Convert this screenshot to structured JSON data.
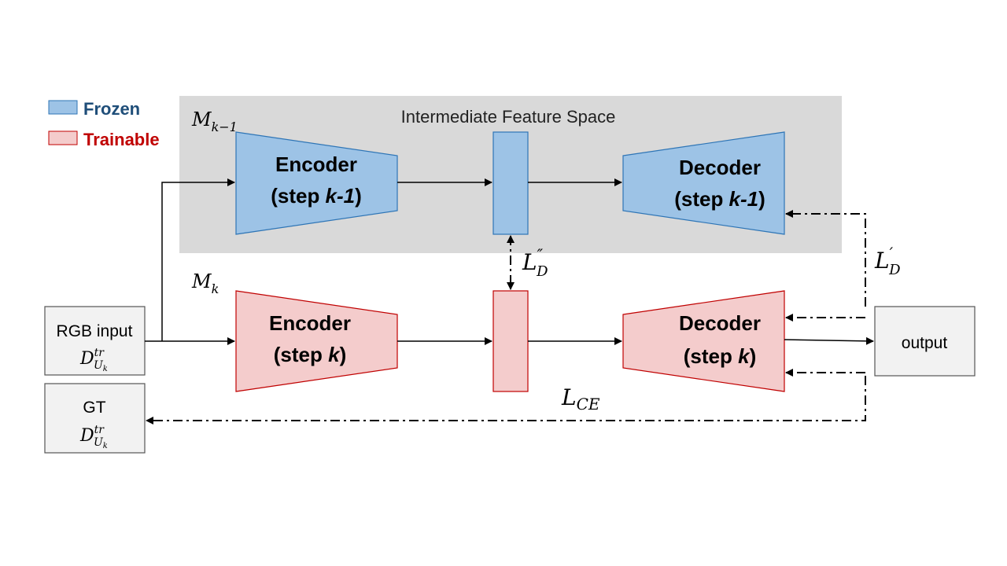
{
  "legend": {
    "frozen_label": "Frozen",
    "trainable_label": "Trainable"
  },
  "colors": {
    "frozen_fill": "#9dc3e6",
    "frozen_stroke": "#2e75b6",
    "frozen_text": "#1f4e79",
    "trainable_fill": "#f4cccc",
    "trainable_stroke": "#c00000",
    "trainable_text": "#c00000",
    "region_fill": "#d9d9d9",
    "io_box_fill": "#f2f2f2"
  },
  "region": {
    "label": "Intermediate Feature Space"
  },
  "models": {
    "prev": {
      "label_base": "M",
      "label_sub": "k−1",
      "encoder_line1": "Encoder",
      "encoder_line2_prefix": "(step ",
      "encoder_line2_k": "k-1",
      "encoder_line2_suffix": ")",
      "decoder_line1": "Decoder",
      "decoder_line2_prefix": "(step ",
      "decoder_line2_k": "k-1",
      "decoder_line2_suffix": ")"
    },
    "curr": {
      "label_base": "M",
      "label_sub": "k",
      "encoder_line1": "Encoder",
      "encoder_line2_prefix": "(step ",
      "encoder_line2_k": "k",
      "encoder_line2_suffix": ")",
      "decoder_line1": "Decoder",
      "decoder_line2_prefix": "(step ",
      "decoder_line2_k": "k",
      "decoder_line2_suffix": ")"
    }
  },
  "io": {
    "rgb_label": "RGB input",
    "gt_label": "GT",
    "output_label": "output",
    "dataset_base": "D",
    "dataset_sup": "tr",
    "dataset_sub_base": "U",
    "dataset_sub_sub": "k"
  },
  "losses": {
    "distill_feature": {
      "base": "L",
      "prime": "″",
      "sub": "D"
    },
    "distill_output": {
      "base": "L",
      "prime": "′",
      "sub": "D"
    },
    "cross_entropy": {
      "base": "L",
      "sub": "CE"
    }
  }
}
